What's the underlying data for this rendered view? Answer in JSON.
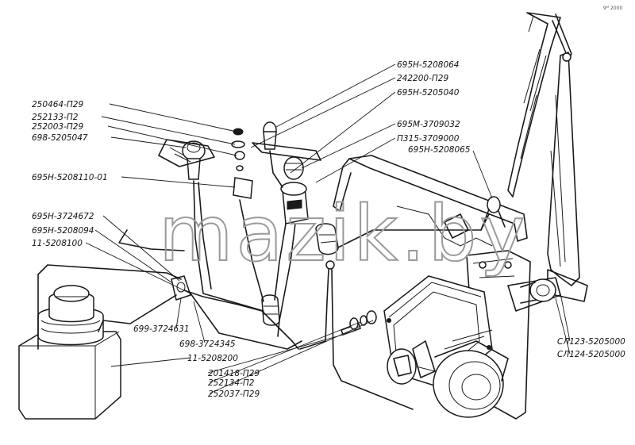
{
  "watermark": "mazik.by",
  "corner_mark": "9ᴹ 2000",
  "labels": {
    "l1": "695Н-5208064",
    "l2": "242200-П29",
    "l3": "695Н-5205040",
    "l4": "250464-П29",
    "l5": "252133-П2",
    "l6": "252003-П29",
    "l7": "698-5205047",
    "l8": "695М-3709032",
    "l9": "П315-3709000",
    "l10": "695Н-5208065",
    "l11": "695Н-5208110-01",
    "l12": "695Н-3724672",
    "l13": "695Н-5208094",
    "l14": "11-5208100",
    "l15": "699-3724631",
    "l16": "698-3724345",
    "l17": "11-5208200",
    "l18": "201418-П29",
    "l19": "252134-П2",
    "l20": "252037-П29",
    "l21": "СЛ123-5205000",
    "l22": "СЛ124-5205000"
  }
}
